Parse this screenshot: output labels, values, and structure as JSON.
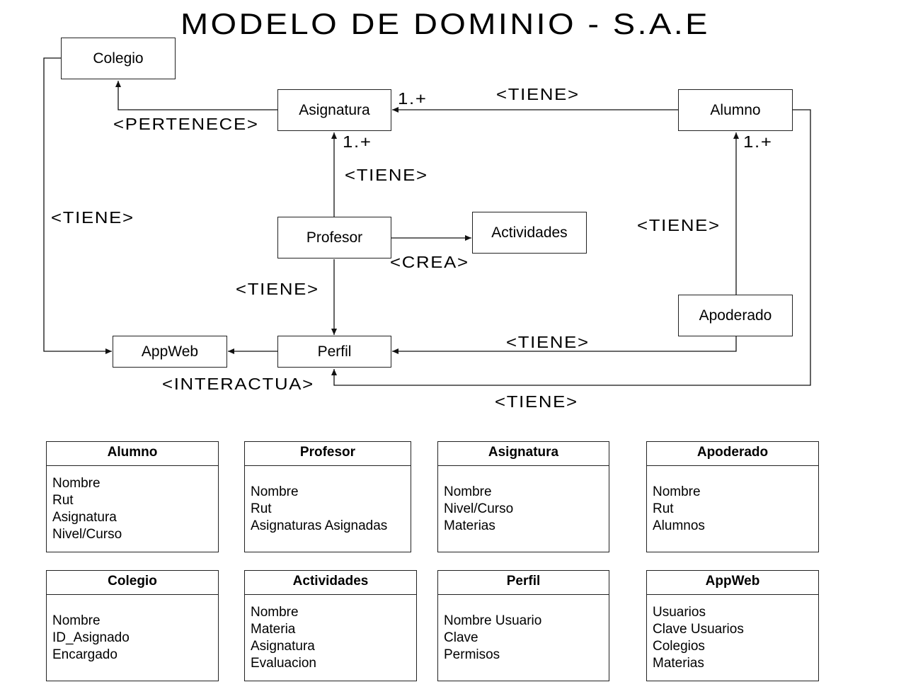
{
  "title": "MODELO DE DOMINIO - S.A.E",
  "entities": {
    "colegio": "Colegio",
    "asignatura": "Asignatura",
    "alumno": "Alumno",
    "profesor": "Profesor",
    "actividades": "Actividades",
    "apoderado": "Apoderado",
    "appweb": "AppWeb",
    "perfil": "Perfil"
  },
  "relations": {
    "pertenece": "<PERTENECE>",
    "tiene_alumno_asignatura": "<TIENE>",
    "tiene_profesor_asignatura": "<TIENE>",
    "tiene_colegio_appweb": "<TIENE>",
    "tiene_apoderado_alumno": "<TIENE>",
    "crea": "<CREA>",
    "tiene_profesor_perfil": "<TIENE>",
    "tiene_apoderado_perfil": "<TIENE>",
    "interactua": "<INTERACTUA>",
    "tiene_alumno_perfil": "<TIENE>"
  },
  "multiplicities": {
    "asignatura_right": "1.+",
    "asignatura_bottom": "1.+",
    "alumno_bottom": "1.+"
  },
  "cards": [
    {
      "name": "Alumno",
      "attributes": [
        "Nombre",
        "Rut",
        "Asignatura",
        "Nivel/Curso"
      ]
    },
    {
      "name": "Profesor",
      "attributes": [
        "Nombre",
        "Rut",
        "Asignaturas Asignadas"
      ]
    },
    {
      "name": "Asignatura",
      "attributes": [
        "Nombre",
        "Nivel/Curso",
        "Materias"
      ]
    },
    {
      "name": "Apoderado",
      "attributes": [
        "Nombre",
        "Rut",
        "Alumnos"
      ]
    },
    {
      "name": "Colegio",
      "attributes": [
        "Nombre",
        "ID_Asignado",
        "Encargado"
      ]
    },
    {
      "name": "Actividades",
      "attributes": [
        "Nombre",
        "Materia",
        "Asignatura",
        "Evaluacion"
      ]
    },
    {
      "name": "Perfil",
      "attributes": [
        "Nombre Usuario",
        "Clave",
        "Permisos"
      ]
    },
    {
      "name": "AppWeb",
      "attributes": [
        "Usuarios",
        "Clave Usuarios",
        "Colegios",
        "Materias"
      ]
    }
  ]
}
